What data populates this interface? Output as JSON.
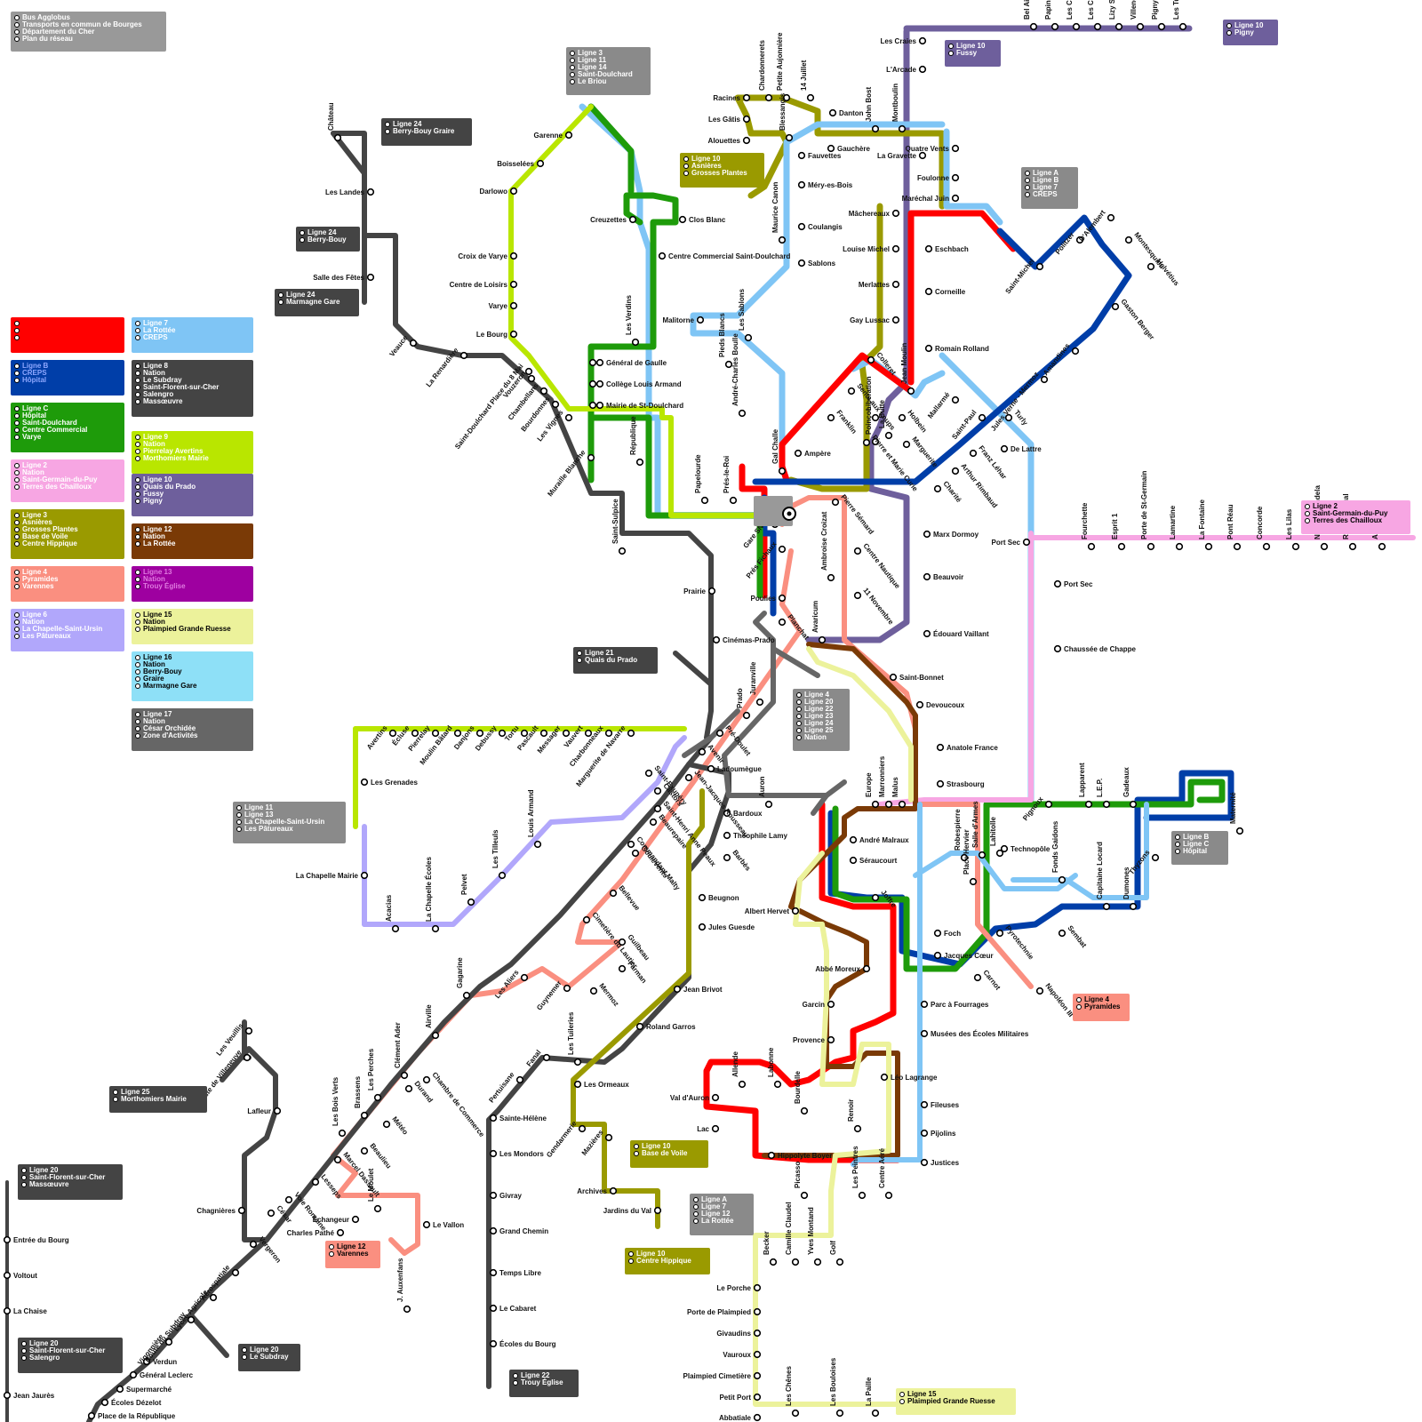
{
  "map": {
    "general_legend": [
      "Bus Agglobus",
      "Transports en commun de Bourges",
      "Département du Cher",
      "Plan du réseau"
    ],
    "line_legends": [
      {
        "id": "A",
        "color": "#ff0000",
        "text_color": "#ff0000",
        "lines": [
          "Ligne A",
          "CREPS",
          "La Rottée"
        ]
      },
      {
        "id": "B",
        "color": "#003ea8",
        "text_color": "#8fa8ff",
        "lines": [
          "Ligne B",
          "CREPS",
          "Hôpital"
        ]
      },
      {
        "id": "C",
        "color": "#1e9b0a",
        "text_color": "#ffffff",
        "lines": [
          "Ligne C",
          "Hôpital",
          "Saint-Doulchard",
          "Centre Commercial",
          "Varye"
        ]
      },
      {
        "id": "2",
        "color": "#f7a6e3",
        "text_color": "#ffffff",
        "lines": [
          "Ligne 2",
          "Nation",
          "Saint-Germain-du-Puy",
          "Terres des Chailloux"
        ]
      },
      {
        "id": "3",
        "color": "#9a9a00",
        "text_color": "#ffffff",
        "lines": [
          "Ligne 3",
          "Asnières",
          "Grosses Plantes",
          "Base de Voile",
          "Centre Hippique"
        ]
      },
      {
        "id": "4",
        "color": "#fa8f80",
        "text_color": "#ffffff",
        "lines": [
          "Ligne 4",
          "Pyramides",
          "Varennes"
        ]
      },
      {
        "id": "6",
        "color": "#b1a7fb",
        "text_color": "#ffffff",
        "lines": [
          "Ligne 6",
          "Nation",
          "La Chapelle-Saint-Ursin",
          "Les Pâtureaux"
        ]
      },
      {
        "id": "7",
        "color": "#7fc5f5",
        "text_color": "#ffffff",
        "lines": [
          "Ligne 7",
          "La Rottée",
          "CREPS"
        ]
      },
      {
        "id": "8",
        "color": "#444444",
        "text_color": "#ffffff",
        "lines": [
          "Ligne 8",
          "Nation",
          "Le Subdray",
          "Saint-Florent-sur-Cher",
          "Salengro",
          "Massœuvre"
        ]
      },
      {
        "id": "9",
        "color": "#b9e600",
        "text_color": "#ffffff",
        "lines": [
          "Ligne 9",
          "Nation",
          "Pierrelay Avertins",
          "Morthomiers Mairie"
        ]
      },
      {
        "id": "10",
        "color": "#6e5f9c",
        "text_color": "#ffffff",
        "lines": [
          "Ligne 10",
          "Quais du Prado",
          "Fussy",
          "Pigny"
        ]
      },
      {
        "id": "12",
        "color": "#7a3a06",
        "text_color": "#ffffff",
        "lines": [
          "Ligne 12",
          "Nation",
          "La Rottée"
        ]
      },
      {
        "id": "13",
        "color": "#9e00a0",
        "text_color": "#e07be0",
        "lines": [
          "Ligne 13",
          "Nation",
          "Trouy Église"
        ]
      },
      {
        "id": "15",
        "color": "#ecf29b",
        "text_color": "#000000",
        "lines": [
          "Ligne 15",
          "Nation",
          "Plaimpied Grande Ruesse"
        ]
      },
      {
        "id": "16",
        "color": "#8ee0f7",
        "text_color": "#000000",
        "lines": [
          "Ligne 16",
          "Nation",
          "Berry-Bouy",
          "Graire",
          "Marmagne Gare"
        ]
      },
      {
        "id": "17",
        "color": "#666666",
        "text_color": "#ffffff",
        "lines": [
          "Ligne 17",
          "Nation",
          "César Orchidée",
          "Zone d'Activités"
        ]
      }
    ],
    "terminus_tags": [
      {
        "color": "#8a8a8a",
        "text_color": "#ffffff",
        "lines": [
          "Ligne 3",
          "Ligne 11",
          "Ligne 14",
          "Saint-Doulchard",
          "Le Briou"
        ]
      },
      {
        "color": "#444444",
        "text_color": "#ffffff",
        "lines": [
          "Ligne 24",
          "Berry-Bouy Graire"
        ]
      },
      {
        "color": "#444444",
        "text_color": "#ffffff",
        "lines": [
          "Ligne 24",
          "Berry-Bouy"
        ]
      },
      {
        "color": "#444444",
        "text_color": "#ffffff",
        "lines": [
          "Ligne 24",
          "Marmagne Gare"
        ]
      },
      {
        "color": "#9a9a00",
        "text_color": "#ffffff",
        "lines": [
          "Ligne 10",
          "Asnières",
          "Grosses Plantes"
        ]
      },
      {
        "color": "#6e5f9c",
        "text_color": "#ffffff",
        "lines": [
          "Ligne 10",
          "Fussy"
        ]
      },
      {
        "color": "#6e5f9c",
        "text_color": "#ffffff",
        "lines": [
          "Ligne 10",
          "Pigny"
        ]
      },
      {
        "color": "#8a8a8a",
        "text_color": "#ffffff",
        "lines": [
          "Ligne A",
          "Ligne B",
          "Ligne 7",
          "CREPS"
        ]
      },
      {
        "color": "#f7a6e3",
        "text_color": "#000000",
        "lines": [
          "Ligne 2",
          "Saint-Germain-du-Puy",
          "Terres des Chailloux"
        ]
      },
      {
        "color": "#444444",
        "text_color": "#ffffff",
        "lines": [
          "Ligne 21",
          "Quais du Prado"
        ]
      },
      {
        "color": "#8a8a8a",
        "text_color": "#ffffff",
        "lines": [
          "Ligne 4",
          "Ligne 20",
          "Ligne 22",
          "Ligne 23",
          "Ligne 24",
          "Ligne 25",
          "Nation"
        ]
      },
      {
        "color": "#8a8a8a",
        "text_color": "#ffffff",
        "lines": [
          "Ligne 11",
          "Ligne 13",
          "La Chapelle-Saint-Ursin",
          "Les Pâtureaux"
        ]
      },
      {
        "color": "#8a8a8a",
        "text_color": "#ffffff",
        "lines": [
          "Ligne B",
          "Ligne C",
          "Hôpital"
        ]
      },
      {
        "color": "#fa8f80",
        "text_color": "#000000",
        "lines": [
          "Ligne 4",
          "Pyramides"
        ]
      },
      {
        "color": "#444444",
        "text_color": "#ffffff",
        "lines": [
          "Ligne 25",
          "Morthomiers Mairie"
        ]
      },
      {
        "color": "#9a9a00",
        "text_color": "#ffffff",
        "lines": [
          "Ligne 10",
          "Base de Voile"
        ]
      },
      {
        "color": "#8a8a8a",
        "text_color": "#ffffff",
        "lines": [
          "Ligne A",
          "Ligne 7",
          "Ligne 12",
          "La Rottée"
        ]
      },
      {
        "color": "#fa8f80",
        "text_color": "#000000",
        "lines": [
          "Ligne 12",
          "Varennes"
        ]
      },
      {
        "color": "#9a9a00",
        "text_color": "#ffffff",
        "lines": [
          "Ligne 10",
          "Centre Hippique"
        ]
      },
      {
        "color": "#444444",
        "text_color": "#ffffff",
        "lines": [
          "Ligne 20",
          "Saint-Florent-sur-Cher",
          "Massœuvre"
        ]
      },
      {
        "color": "#444444",
        "text_color": "#ffffff",
        "lines": [
          "Ligne 20",
          "Saint-Florent-sur-Cher",
          "Salengro"
        ]
      },
      {
        "color": "#444444",
        "text_color": "#ffffff",
        "lines": [
          "Ligne 20",
          "Le Subdray"
        ]
      },
      {
        "color": "#444444",
        "text_color": "#ffffff",
        "lines": [
          "Ligne 22",
          "Trouy Église"
        ]
      },
      {
        "color": "#ecf29b",
        "text_color": "#000000",
        "lines": [
          "Ligne 15",
          "Plaimpied Grande Ruesse"
        ]
      }
    ],
    "stops": [
      "Les Craies",
      "L'Arcade",
      "Bel Air",
      "Papin",
      "Les Chardons",
      "Les Casseriaux",
      "Lizy St-Michel",
      "Villeneuve",
      "Pigny Mairie",
      "Les Tuileries",
      "Racines",
      "Chardonnerets",
      "Petite Aujonnière",
      "14 Juillet",
      "Danton",
      "Les Gâtis",
      "Alouettes",
      "Blessangis",
      "John Bost",
      "Montboulin",
      "Gauchère",
      "Fauvettes",
      "Quatre Vents",
      "La Gravette",
      "Foulonne",
      "Méry-es-Bois",
      "Maurice Canon",
      "Maréchal Juin",
      "Mâchereaux",
      "Coulangis",
      "Eschbach",
      "Sablons",
      "Louise Michel",
      "Corneille",
      "Merlattes",
      "Malitorne",
      "Pieds Blancs",
      "André-Charles Boulle",
      "Les Sablons",
      "Gay Lussac",
      "Romain Rolland",
      "Colleret",
      "Sente aux Loups",
      "Jean Moulin",
      "Franklin",
      "Libération",
      "Poinçon",
      "Pierre et Marie Curie",
      "La Butte",
      "Holbein",
      "Marguerite",
      "Ampère",
      "Gal Challe",
      "Gare SNCF",
      "Garenne",
      "Boisselées",
      "Darlowo",
      "Creuzettes",
      "Clos Blanc",
      "Centre Commercial Saint-Doulchard",
      "Croix de Varye",
      "Centre de Loisirs",
      "Varye",
      "Les Verdins",
      "Le Bourg",
      "Général de Gaulle",
      "Collège Louis Armand",
      "Mairie de St-Doulchard",
      "République",
      "Papelourde",
      "Prés-le-Roi",
      "Château",
      "Les Landes",
      "Salle des Fêtes",
      "Veauce",
      "La Renardière",
      "Saint-Doulchard Place du 8 Mai",
      "Vouzeron",
      "Chambellans",
      "Bourdonnes",
      "Les Vignes",
      "Muraille Blanche",
      "Saint-Sulpice",
      "Prairie",
      "Cinémas-Prado",
      "Prés Fichaux",
      "Poulies",
      "Ambroise Croizat",
      "Pierre Sémard",
      "Centre Nautique",
      "11 Novembre",
      "Avaricum",
      "Planchat",
      "Juranville",
      "Prado",
      "Pré-Doulet",
      "Avenir",
      "Ladoumègue",
      "Auron",
      "Saint-Bonnet",
      "Devoucoux",
      "Anatole France",
      "Strasbourg",
      "Édouard Vaillant",
      "Beauvoir",
      "Marx Dormoy",
      "Charité",
      "Arthur Rimbaud",
      "Franz Léhar",
      "Mallarmé",
      "Saint-Paul",
      "Jules Verne - Mermoz",
      "Amandines",
      "Turly",
      "De Lattre",
      "Gaston Berger",
      "Helvétius",
      "Montesquieu",
      "D'Alembert",
      "Politzer",
      "Saint-Michel",
      "Port Sec",
      "Fourchette",
      "Esprit 1",
      "Porte de St-Germain",
      "Lamartine",
      "La Fontaine",
      "Pont Réau",
      "Concorde",
      "Les Lilas",
      "Nelson Mandela",
      "Roland Boual",
      "Alsace",
      "Chaussée de Chappe",
      "Pignoux",
      "Lapparent",
      "L.E.P.",
      "Gadeaux",
      "Technopôle",
      "Fonds Gaidons",
      "Capitaine Locard",
      "Dumones",
      "Thyzons",
      "Maternité",
      "Sembat",
      "Napoléon III",
      "Pyrotechnie",
      "Carnot",
      "Robespierre",
      "Place Hervier",
      "Salle d'Armes",
      "Lahitolle",
      "Europe",
      "Marronniers",
      "Malus",
      "André Malraux",
      "Séraucourt",
      "Joffre",
      "Albert Hervet",
      "Foch",
      "Jacques Cœur",
      "Abbé Moreux",
      "Parc à Fourrages",
      "Musées des Écoles Militaires",
      "Garcin",
      "Provence",
      "Léo Lagrange",
      "Fileuses",
      "Pijolins",
      "Justices",
      "Renoir",
      "Val d'Auron",
      "Allende",
      "Labonne",
      "Bourdelle",
      "Lac",
      "Hippolyte Boyer",
      "Picasso",
      "Les Peintres",
      "Centre Aéré",
      "Golf",
      "Yves Montand",
      "Camille Claudel",
      "Becker",
      "Le Porche",
      "Porte de Plaimpied",
      "Givaudins",
      "Vauroux",
      "Plaimpied Cimetière",
      "Petit Port",
      "Abbatiale",
      "Les Chênes",
      "Les Bouloises",
      "La Paille",
      "Avertins",
      "Écluse",
      "Pierrelay",
      "Moulin Bâtard",
      "Danjons",
      "Debussy",
      "Tortu",
      "Pascault",
      "Messager",
      "Vauvert",
      "Charbonneaux",
      "Marguerite de Navarre",
      "Les Grenades",
      "La Chapelle Mairie",
      "Acacias",
      "La Chapelle Écoles",
      "Pelvet",
      "Les Tilleuls",
      "Louis Armand",
      "Saint-Exupéry",
      "Castors",
      "Jean-Jacques Rousseau",
      "Saint-Henri Anne Peaux",
      "Commandant Malty",
      "Beaurepaire",
      "Goulevents",
      "Cimetière du Lautier",
      "Bellevue",
      "Guilbeau",
      "Farman",
      "Mermoz",
      "Guynemer",
      "Les Aliers",
      "Les Tuileries",
      "Bardoux",
      "Théophile Lamy",
      "Barbès",
      "Beugnon",
      "Jules Guesde",
      "Jean Brivot",
      "Roland Garros",
      "Fanal",
      "Pertuisane",
      "Les Ormeaux",
      "Gendarmerie",
      "Mazières",
      "Archives",
      "Jardins du Val",
      "Sainte-Hélène",
      "Les Mondors",
      "Givray",
      "Grand Chemin",
      "Temps Libre",
      "Le Cabaret",
      "Écoles du Bourg",
      "Gagarine",
      "Airville",
      "Clément Ader",
      "Les Perches",
      "Brassens",
      "Les Bois Verts",
      "Durand",
      "Chambre de Commerce",
      "Météo",
      "Beaulieu",
      "Marcel Dassault",
      "Lesseps",
      "Le Moulet",
      "Échangeur",
      "Le Vallon",
      "Charles Pathé",
      "J. Auxenfans",
      "Les Veuillis",
      "Route de Villeneuve",
      "Lafleur",
      "Chagnières",
      "César",
      "Voie Romaine",
      "Vergeron",
      "Aérospatiale",
      "Lycée Agricole",
      "Route du Subdray",
      "Vigonnière",
      "Verdun",
      "Général Leclerc",
      "Supermarché",
      "Écoles Dézelot",
      "Place de la République",
      "Entrée du Bourg",
      "Voltout",
      "La Chaise",
      "Jean Jaurès"
    ]
  }
}
